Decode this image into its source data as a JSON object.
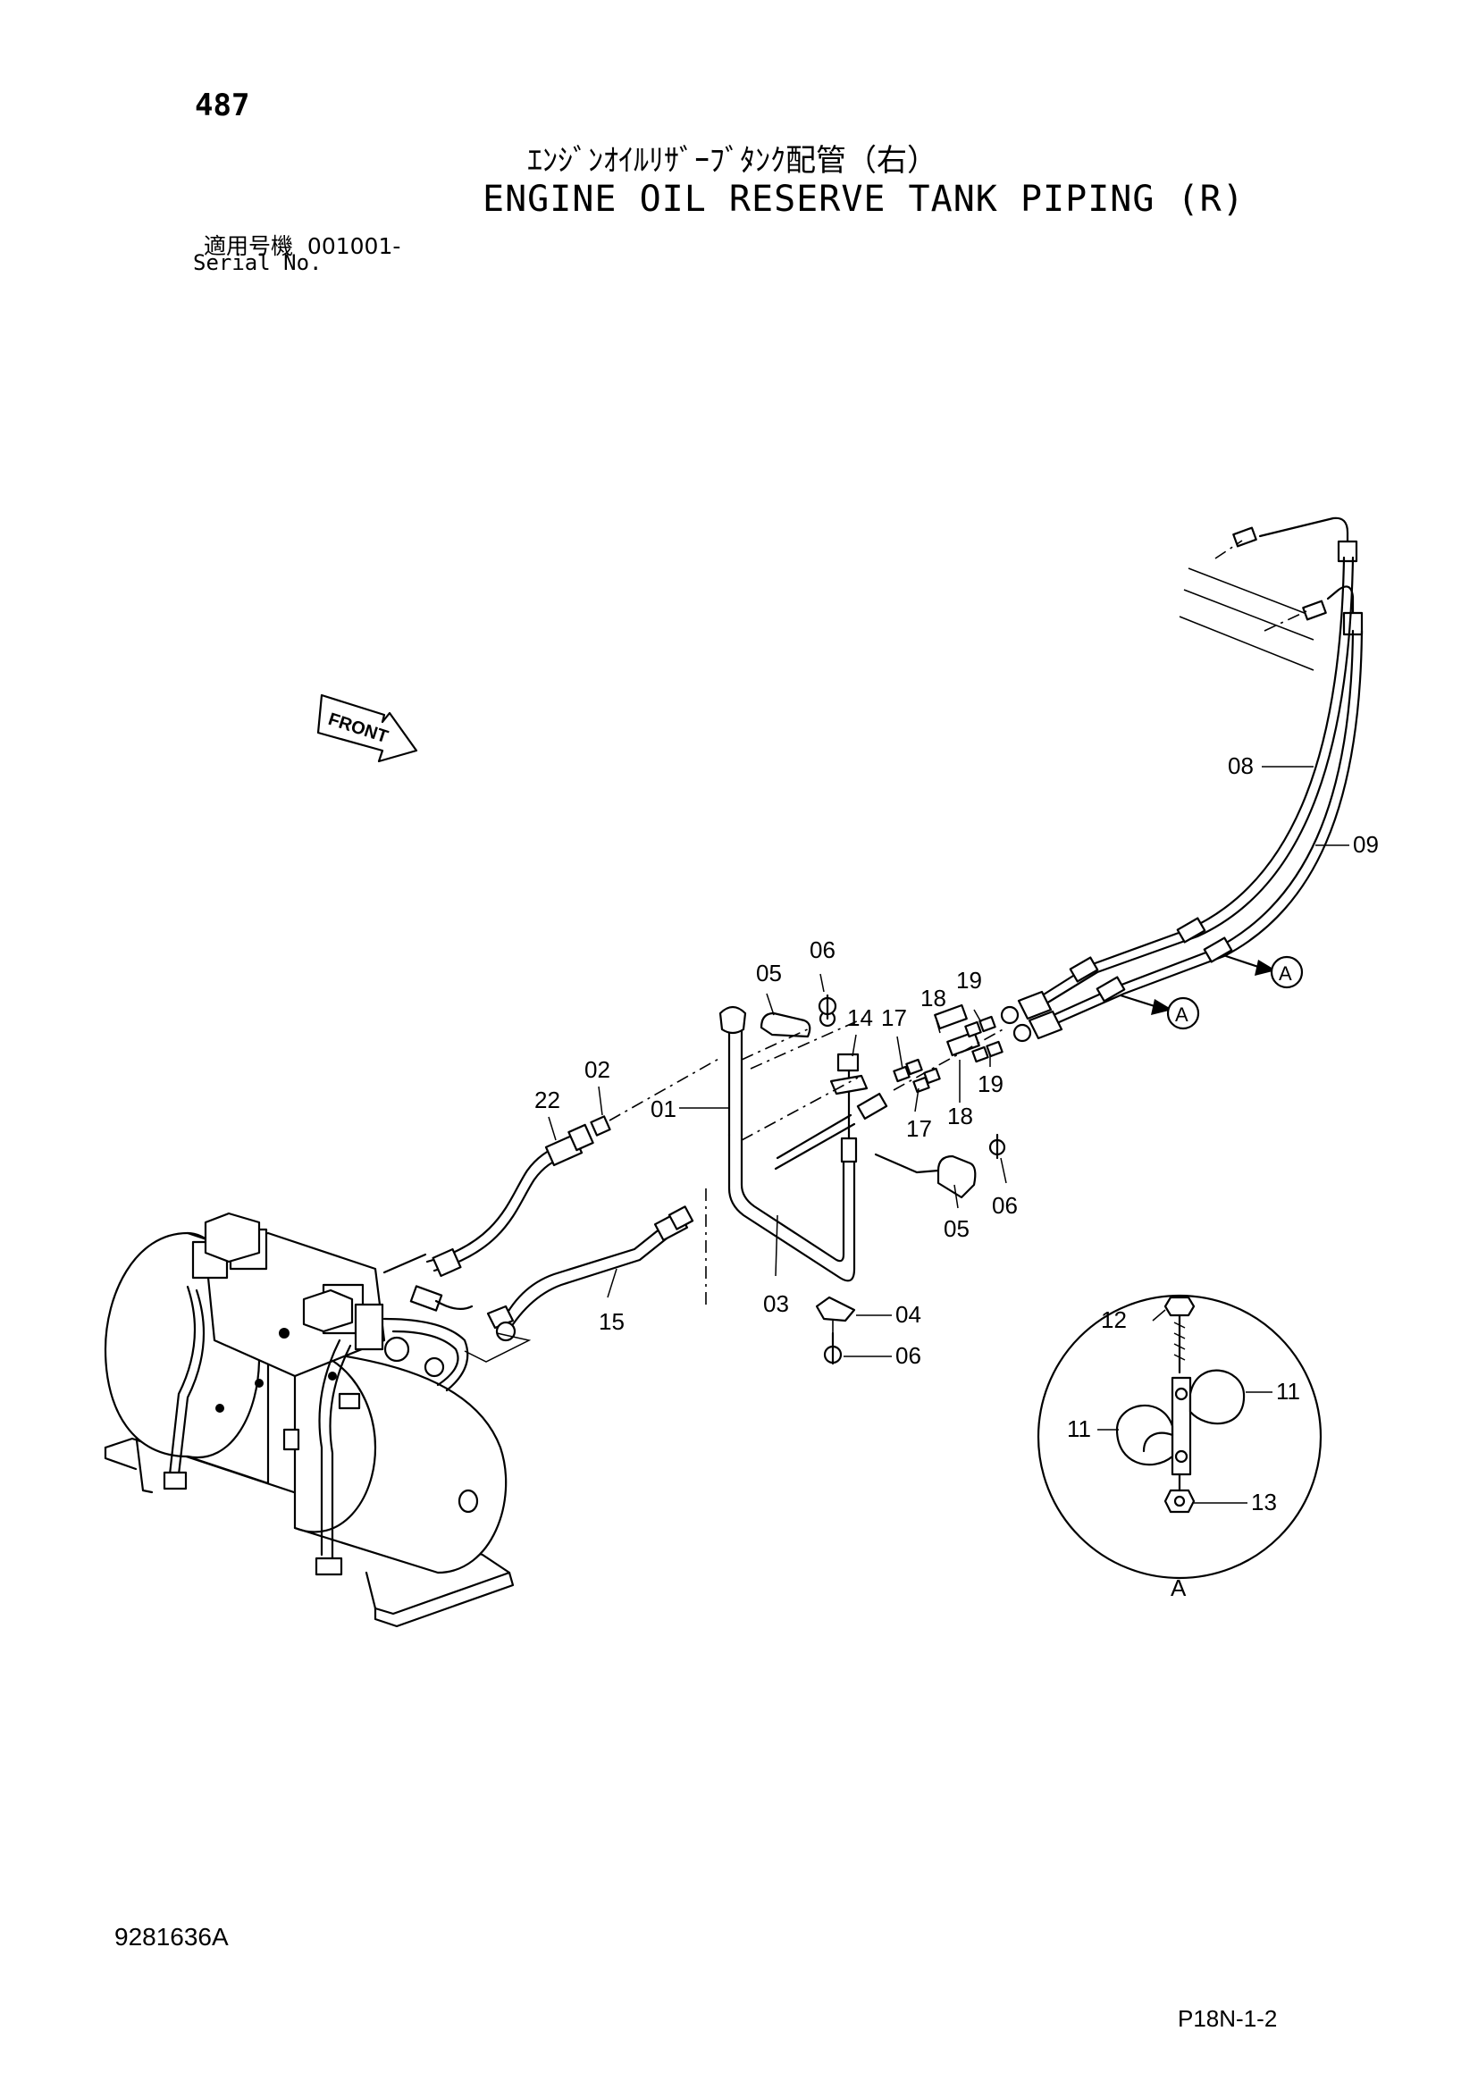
{
  "header": {
    "page_number": "487",
    "title_jp": "ｴﾝｼﾞﾝｵｲﾙﾘｻﾞｰﾌﾞﾀﾝｸ配管（右）",
    "title_en": "ENGINE OIL RESERVE TANK PIPING (R)",
    "serial_label_jp": "適用号機",
    "serial_value": "001001-",
    "serial_label_en": "Serial No."
  },
  "direction_label": "FRONT",
  "callouts": {
    "p01": "01",
    "p02": "02",
    "p03": "03",
    "p04": "04",
    "p05a": "05",
    "p05b": "05",
    "p06a": "06",
    "p06b": "06",
    "p06c": "06",
    "p08": "08",
    "p09": "09",
    "p11a": "11",
    "p11b": "11",
    "p12": "12",
    "p13": "13",
    "p14": "14",
    "p15": "15",
    "p17a": "17",
    "p17b": "17",
    "p18a": "18",
    "p18b": "18",
    "p19a": "19",
    "p19b": "19",
    "p22": "22"
  },
  "detail_refs": {
    "ref_a1": "A",
    "ref_a2": "A",
    "detail_label": "A"
  },
  "footer": {
    "drawing_number": "9281636A",
    "sheet_ref": "P18N-1-2"
  }
}
